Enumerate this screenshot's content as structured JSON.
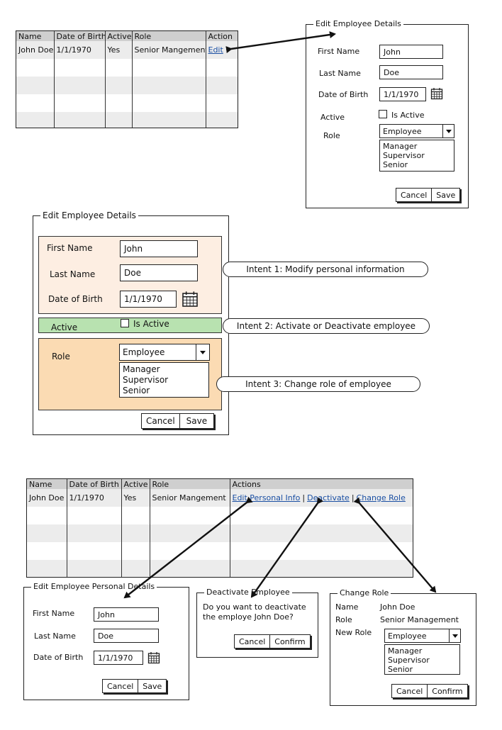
{
  "colors": {
    "header_bg": "#cfcfcf",
    "row_alt": "#ececec",
    "link": "#1a4fa3",
    "intent1_bg": "#fdeee2",
    "intent2_bg": "#b8e2b0",
    "intent3_bg": "#fbdbb3"
  },
  "top_table": {
    "headers": [
      "Name",
      "Date of Birth",
      "Active",
      "Role",
      "Action"
    ],
    "row": {
      "name": "John Doe",
      "dob": "1/1/1970",
      "active": "Yes",
      "role": "Senior Mangement",
      "action": "Edit"
    }
  },
  "top_form": {
    "legend": "Edit Employee Details",
    "first_name_label": "First Name",
    "first_name_value": "John",
    "last_name_label": "Last Name",
    "last_name_value": "Doe",
    "dob_label": "Date of Birth",
    "dob_value": "1/1/1970",
    "active_label": "Active",
    "is_active_label": "Is Active",
    "role_label": "Role",
    "role_selected": "Employee",
    "role_options": [
      "Manager",
      "Supervisor",
      "Senior"
    ],
    "cancel": "Cancel",
    "save": "Save"
  },
  "mid_form": {
    "legend": "Edit Employee Details",
    "first_name_label": "First Name",
    "first_name_value": "John",
    "last_name_label": "Last Name",
    "last_name_value": "Doe",
    "dob_label": "Date of Birth",
    "dob_value": "1/1/1970",
    "active_label": "Active",
    "is_active_label": "Is Active",
    "role_label": "Role",
    "role_selected": "Employee",
    "role_options": [
      "Manager",
      "Supervisor",
      "Senior"
    ],
    "cancel": "Cancel",
    "save": "Save"
  },
  "intents": {
    "intent1": "Intent 1: Modify personal information",
    "intent2": "Intent 2: Activate or Deactivate employee",
    "intent3": "Intent 3: Change role of employee"
  },
  "bottom_table": {
    "headers": [
      "Name",
      "Date of Birth",
      "Active",
      "Role",
      "Actions"
    ],
    "row": {
      "name": "John Doe",
      "dob": "1/1/1970",
      "active": "Yes",
      "role": "Senior Mangement"
    },
    "actions": {
      "edit": "Edit Personal Info",
      "deactivate": "Deactivate",
      "change_role": "Change Role",
      "separator": "|"
    }
  },
  "personal_form": {
    "legend": "Edit Employee Personal Details",
    "first_name_label": "First Name",
    "first_name_value": "John",
    "last_name_label": "Last Name",
    "last_name_value": "Doe",
    "dob_label": "Date of Birth",
    "dob_value": "1/1/1970",
    "cancel": "Cancel",
    "save": "Save"
  },
  "deactivate_dialog": {
    "legend": "Deactivate Employee",
    "message_line1": "Do you want to deactivate",
    "message_line2": "the employe John Doe?",
    "cancel": "Cancel",
    "confirm": "Confirm"
  },
  "change_role_dialog": {
    "legend": "Change Role",
    "name_label": "Name",
    "name_value": "John Doe",
    "role_label": "Role",
    "role_value": "Senior Management",
    "new_role_label": "New Role",
    "new_role_selected": "Employee",
    "role_options": [
      "Manager",
      "Supervisor",
      "Senior"
    ],
    "cancel": "Cancel",
    "confirm": "Confirm"
  }
}
